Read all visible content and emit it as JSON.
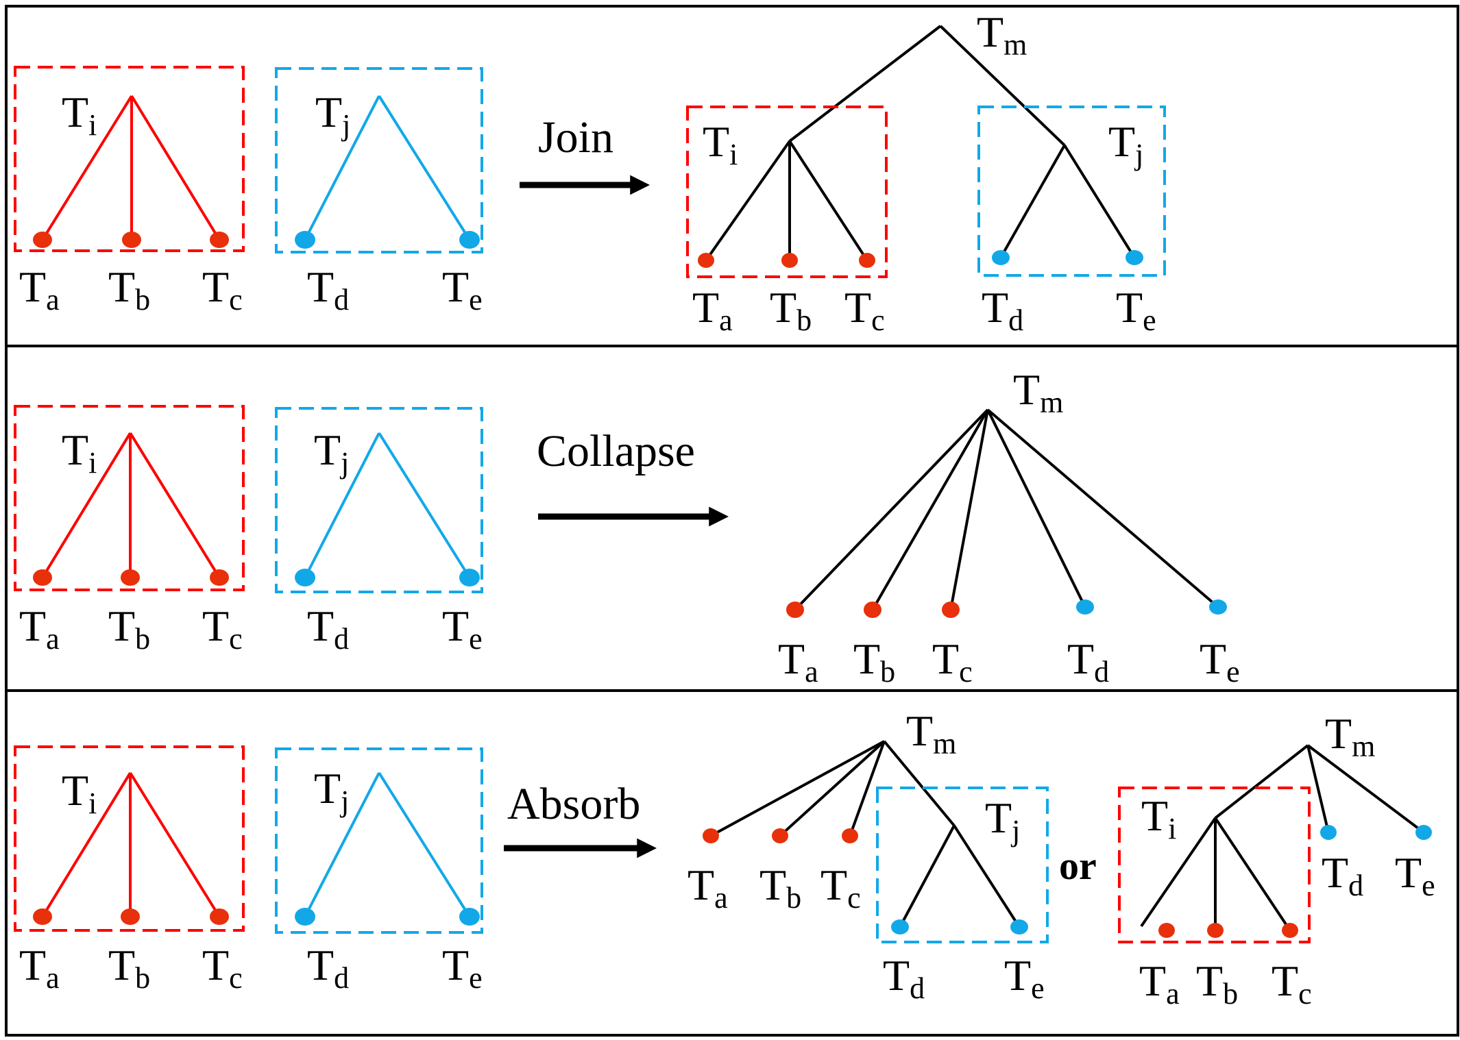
{
  "colors": {
    "group_i": "#ff0000",
    "group_i_dot": "#e8300a",
    "group_j": "#12a8e8",
    "group_j_dot": "#12a8e8",
    "merged": "#000000",
    "frame": "#000000"
  },
  "labels": {
    "T": "T",
    "i": "i",
    "j": "j",
    "m": "m",
    "a": "a",
    "b": "b",
    "c": "c",
    "d": "d",
    "e": "e"
  },
  "operations": {
    "join": "Join",
    "collapse": "Collapse",
    "absorb": "Absorb",
    "or": "or"
  }
}
